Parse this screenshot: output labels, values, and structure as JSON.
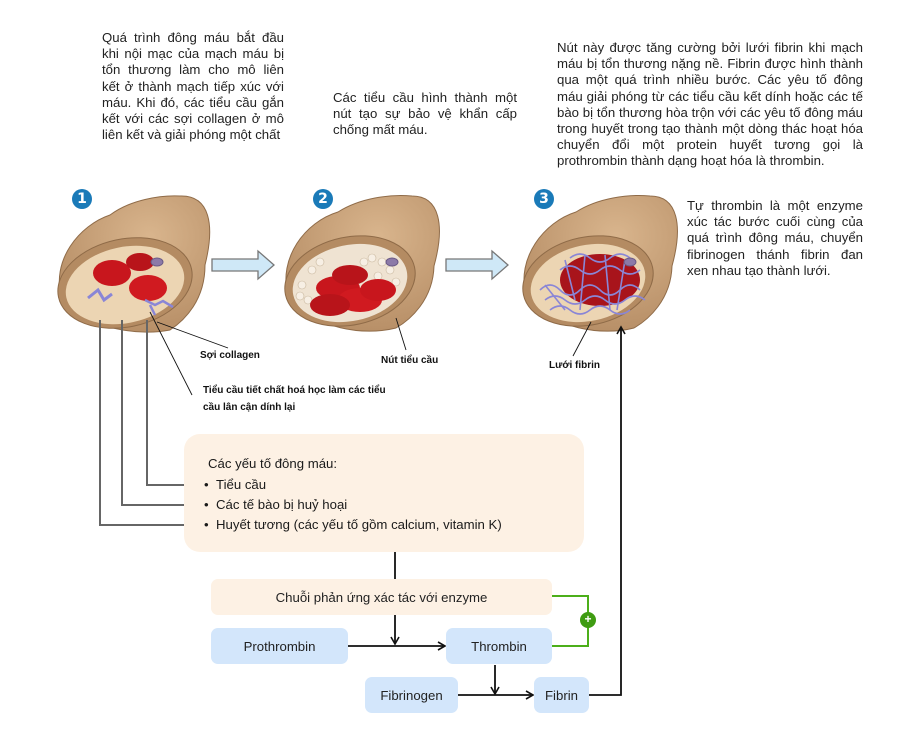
{
  "steps": [
    {
      "number": "1",
      "description": "Quá trình đông máu bắt đầu khi nội mạc của mạch máu bị tổn thương làm cho mô liên kết ở thành mạch tiếp xúc với máu. Khi đó, các tiểu cầu gắn kết với các sợi collagen ở mô liên kết và giải phóng một chất",
      "labels": [
        "Sợi collagen",
        "Tiểu cầu tiết chất hoá học làm các tiểu",
        "cầu lân cận dính lại"
      ]
    },
    {
      "number": "2",
      "description": "Các tiểu cầu hình thành một nút tạo sự bảo vệ khẩn cấp chống mất máu.",
      "labels": [
        "Nút tiểu cầu"
      ]
    },
    {
      "number": "3",
      "description": "Nút này được tăng cường bởi lưới fibrin khi mạch máu bị tổn thương nặng nề. Fibrin được hình thành qua một quá trình nhiều bước. Các yêu tố đông máu giải phóng từ các tiểu cầu kết dính hoặc các tế bào bị tổn thương hòa trộn với các yêu tố đông máu trong huyết trong tạo thành một dòng thác hoạt hóa chuyển đổi một protein huyết tương gọi là prothrombin thành dạng hoạt hóa là thrombin.",
      "extra": "Tự thrombin là một enzyme xúc tác bước cuối cùng của quá trình đông máu, chuyển fibrinogen thánh fibrin đan xen nhau tạo thành lưới.",
      "labels": [
        "Lưới fibrin"
      ]
    }
  ],
  "factors": {
    "title": "Các yếu tố đông máu:",
    "items": [
      "Tiểu cầu",
      "Các tế bào bị huỷ hoại",
      "Huyết tương (các yếu tố gồm calcium, vitamin K)"
    ]
  },
  "flow": {
    "cascade": "Chuỗi phản ứng xác tác với enzyme",
    "prothrombin": "Prothrombin",
    "thrombin": "Thrombin",
    "fibrinogen": "Fibrinogen",
    "fibrin": "Fibrin",
    "feedback_symbol": "+"
  },
  "colors": {
    "badge": "#1a7ab8",
    "peach_box": "#fdf1e4",
    "blue_box": "#d3e6fb",
    "feedback": "#4caf1a",
    "vessel": "#c8a27a",
    "blood": "#c8161d",
    "fibrin": "#8a86d6",
    "step_arrow": "#cfe8f7"
  }
}
